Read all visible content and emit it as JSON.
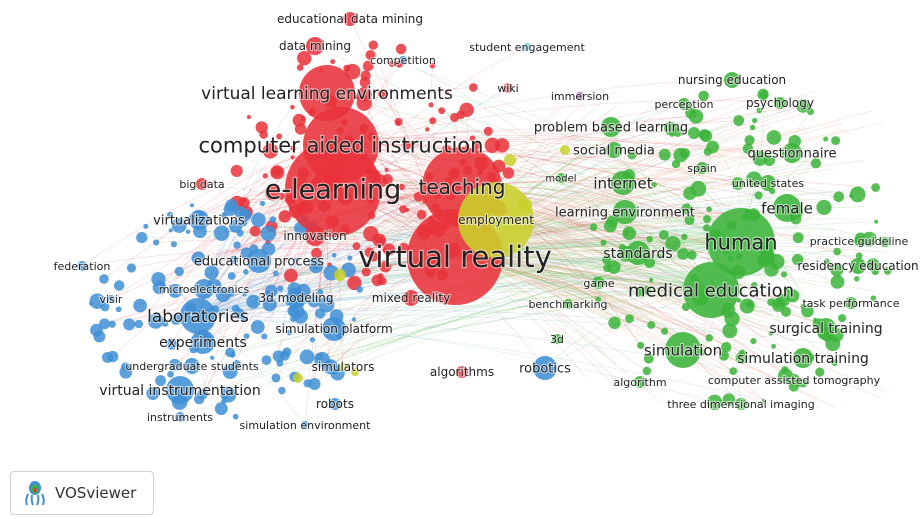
{
  "map": {
    "colors": {
      "red": "#e8323a",
      "green": "#3bb43a",
      "blue": "#3f8fd6",
      "yellow": "#c9d02a",
      "purple": "#9b59b6",
      "cyan": "#5bc8e0"
    },
    "terms": [
      {
        "label": "educational data mining",
        "cluster": "red"
      },
      {
        "label": "data mining",
        "cluster": "red"
      },
      {
        "label": "competition",
        "cluster": "blue"
      },
      {
        "label": "student engagement",
        "cluster": "cyan"
      },
      {
        "label": "wiki",
        "cluster": "red"
      },
      {
        "label": "immersion",
        "cluster": "purple"
      },
      {
        "label": "virtual learning environments",
        "cluster": "red"
      },
      {
        "label": "computer aided instruction",
        "cluster": "red"
      },
      {
        "label": "e-learning",
        "cluster": "red"
      },
      {
        "label": "teaching",
        "cluster": "red"
      },
      {
        "label": "big data",
        "cluster": "red"
      },
      {
        "label": "virtualizations",
        "cluster": "blue"
      },
      {
        "label": "innovation",
        "cluster": "red"
      },
      {
        "label": "employment",
        "cluster": "yellow"
      },
      {
        "label": "virtual reality",
        "cluster": "red"
      },
      {
        "label": "educational process",
        "cluster": "blue"
      },
      {
        "label": "federation",
        "cluster": "blue"
      },
      {
        "label": "microelectronics",
        "cluster": "blue"
      },
      {
        "label": "3d modeling",
        "cluster": "blue"
      },
      {
        "label": "mixed reality",
        "cluster": "red"
      },
      {
        "label": "visir",
        "cluster": "blue"
      },
      {
        "label": "laboratories",
        "cluster": "blue"
      },
      {
        "label": "simulation platform",
        "cluster": "blue"
      },
      {
        "label": "experiments",
        "cluster": "blue"
      },
      {
        "label": "undergraduate students",
        "cluster": "blue"
      },
      {
        "label": "simulators",
        "cluster": "yellow"
      },
      {
        "label": "algorithms",
        "cluster": "red"
      },
      {
        "label": "virtual instrumentation",
        "cluster": "blue"
      },
      {
        "label": "robots",
        "cluster": "blue"
      },
      {
        "label": "instruments",
        "cluster": "blue"
      },
      {
        "label": "simulation environment",
        "cluster": "blue"
      },
      {
        "label": "robotics",
        "cluster": "blue"
      },
      {
        "label": "nursing education",
        "cluster": "green"
      },
      {
        "label": "perception",
        "cluster": "green"
      },
      {
        "label": "psychology",
        "cluster": "green"
      },
      {
        "label": "problem based learning",
        "cluster": "green"
      },
      {
        "label": "social media",
        "cluster": "green"
      },
      {
        "label": "questionnaire",
        "cluster": "green"
      },
      {
        "label": "spain",
        "cluster": "green"
      },
      {
        "label": "model",
        "cluster": "green"
      },
      {
        "label": "internet",
        "cluster": "green"
      },
      {
        "label": "united states",
        "cluster": "green"
      },
      {
        "label": "female",
        "cluster": "green"
      },
      {
        "label": "learning environment",
        "cluster": "green"
      },
      {
        "label": "human",
        "cluster": "green"
      },
      {
        "label": "practice guideline",
        "cluster": "green"
      },
      {
        "label": "standards",
        "cluster": "green"
      },
      {
        "label": "residency education",
        "cluster": "green"
      },
      {
        "label": "game",
        "cluster": "green"
      },
      {
        "label": "benchmarking",
        "cluster": "green"
      },
      {
        "label": "medical education",
        "cluster": "green"
      },
      {
        "label": "task performance",
        "cluster": "green"
      },
      {
        "label": "surgical training",
        "cluster": "green"
      },
      {
        "label": "3d",
        "cluster": "green"
      },
      {
        "label": "simulation",
        "cluster": "green"
      },
      {
        "label": "simulation training",
        "cluster": "green"
      },
      {
        "label": "algorithm",
        "cluster": "green"
      },
      {
        "label": "computer assisted tomography",
        "cluster": "green"
      },
      {
        "label": "three dimensional imaging",
        "cluster": "green"
      }
    ]
  },
  "app": {
    "logo_label": "VOSviewer",
    "logo_icon": "vosviewer-logo-icon"
  }
}
